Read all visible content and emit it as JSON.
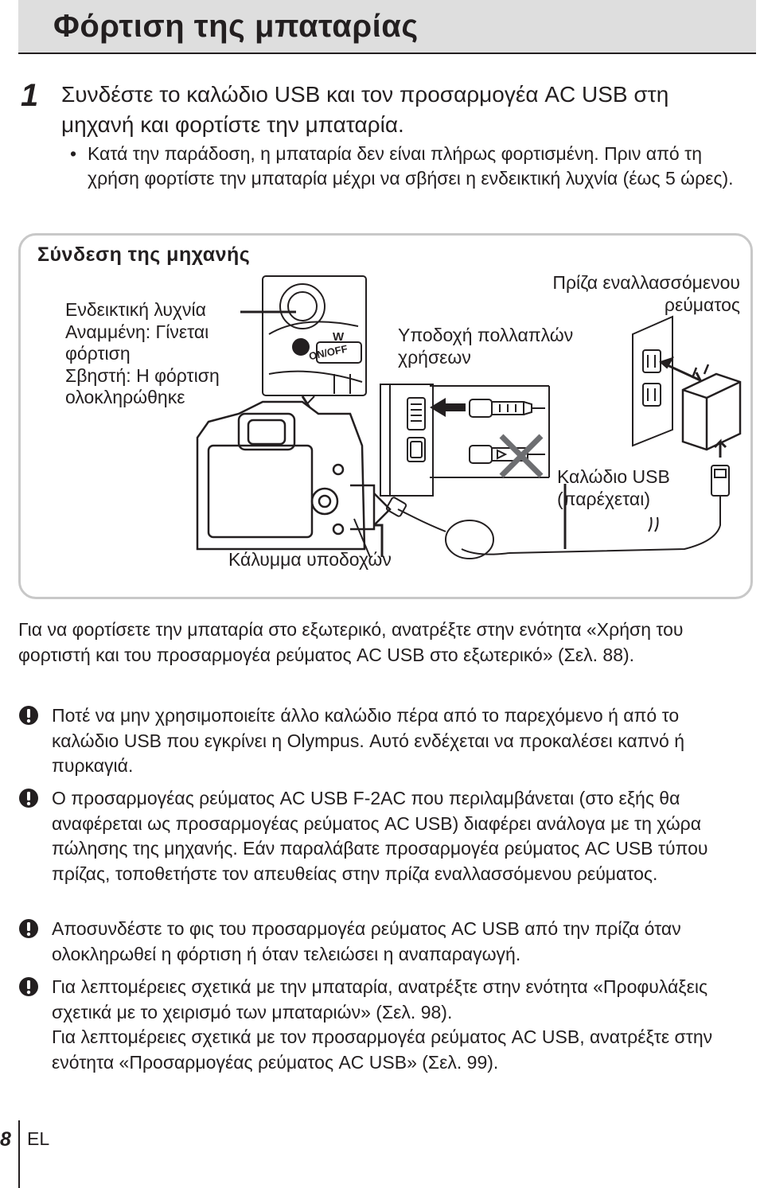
{
  "header": {
    "title": "Φόρτιση της μπαταρίας"
  },
  "step": {
    "number": "1",
    "text": "Συνδέστε το καλώδιο USB και τον προσαρμογέα AC USB στη μηχανή και φορτίστε την μπαταρία.",
    "bullet": "Κατά την παράδοση, η μπαταρία δεν είναι πλήρως φορτισμένη. Πριν από τη χρήση φορτίστε την μπαταρία μέχρι να σβήσει η ενδεικτική λυχνία (έως 5 ώρες)."
  },
  "diagram": {
    "title": "Σύνδεση της μηχανής",
    "indicator_line1": "Ενδεικτική λυχνία",
    "indicator_line2": "Αναμμένη: Γίνεται",
    "indicator_line3": "φόρτιση",
    "indicator_line4": "Σβηστή: Η φόρτιση",
    "indicator_line5": "ολοκληρώθηκε",
    "multi_connector_line1": "Υποδοχή πολλαπλών",
    "multi_connector_line2": "χρήσεων",
    "outlet_line1": "Πρίζα εναλλασσόμενου",
    "outlet_line2": "ρεύματος",
    "usb_cable_line1": "Καλώδιο USB",
    "usb_cable_line2": "(παρέχεται)",
    "cover_label": "Κάλυμμα υποδοχών",
    "camera_w_label": "W",
    "camera_onoff_label": "ON/OFF"
  },
  "body_paragraph": "Για να φορτίσετε την μπαταρία στο εξωτερικό, ανατρέξτε στην ενότητα «Χρήση του φορτιστή και του προσαρμογέα ρεύματος AC USB στο εξωτερικό» (Σελ. 88).",
  "notes": [
    {
      "text": "Ποτέ να μην χρησιμοποιείτε άλλο καλώδιο πέρα από το παρεχόμενο ή από το καλώδιο USB που εγκρίνει η Olympus. Αυτό ενδέχεται να προκαλέσει καπνό ή πυρκαγιά."
    },
    {
      "text": "Ο προσαρμογέας ρεύματος AC USB F-2AC που περιλαμβάνεται (στο εξής θα αναφέρεται ως προσαρμογέας ρεύματος AC USB) διαφέρει ανάλογα με τη χώρα πώλησης της μηχανής. Εάν παραλάβατε προσαρμογέα ρεύματος AC USB τύπου πρίζας, τοποθετήστε τον απευθείας στην πρίζα εναλλασσόμενου ρεύματος."
    },
    {
      "text": "Αποσυνδέστε το φις του προσαρμογέα ρεύματος AC USB από την πρίζα όταν ολοκληρωθεί η φόρτιση ή όταν τελειώσει η αναπαραγωγή."
    },
    {
      "text": "Για λεπτομέρειες σχετικά με την μπαταρία, ανατρέξτε στην ενότητα «Προφυλάξεις σχετικά με το χειρισμό των μπαταριών» (Σελ. 98).",
      "text2": "Για λεπτομέρειες σχετικά με τον προσαρμογέα ρεύματος AC USB, ανατρέξτε στην ενότητα «Προσαρμογέας ρεύματος AC USB» (Σελ. 99)."
    }
  ],
  "footer": {
    "page_number": "8",
    "language": "EL"
  }
}
